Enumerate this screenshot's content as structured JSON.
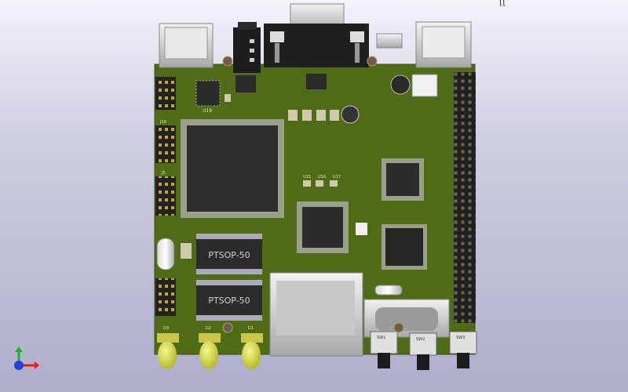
{
  "viewer": {
    "corner_mark": "[[",
    "axes": {
      "x_color": "#e02020",
      "y_color": "#20b020",
      "z_color": "#2040e0"
    }
  },
  "board": {
    "pcb_color": "#4f6b16",
    "silkscreen_color": "#e8f0d0",
    "labels": {
      "u19": "U19",
      "u15": "U15",
      "u16": "U16",
      "u17": "U17",
      "j5": "J5",
      "j10": "J10",
      "d1": "D1",
      "d2": "D2",
      "d3": "D3",
      "sw1": "SW1",
      "sw2": "SW2",
      "sw3": "SW3"
    },
    "chips": {
      "tsop1": "PTSOP-50",
      "tsop2": "PTSOP-50"
    }
  }
}
